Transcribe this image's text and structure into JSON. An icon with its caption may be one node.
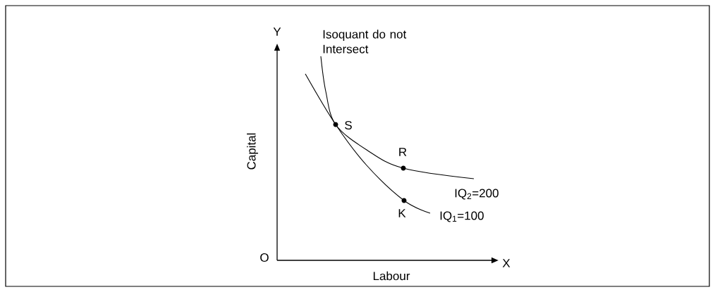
{
  "diagram": {
    "title": "Isoquant do not Intersect",
    "labels": [
      "Y",
      "O",
      "Capital",
      "Labour",
      "X",
      "S",
      "R",
      "IQ$_{2}$=200",
      "K",
      "IQ$_{1}$=100"
    ]
  }
}
